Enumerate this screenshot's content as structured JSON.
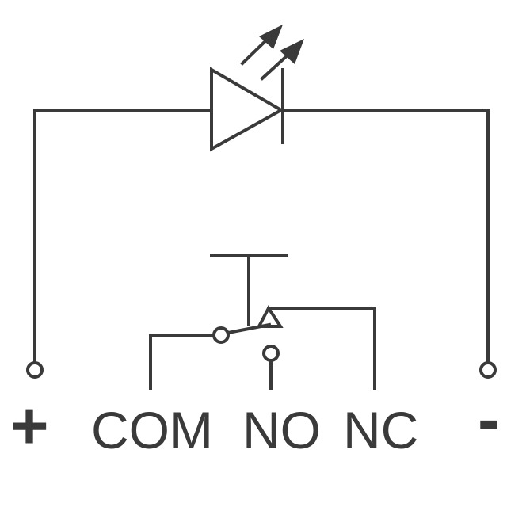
{
  "labels": {
    "plus": "+",
    "com": "COM",
    "no": "NO",
    "nc": "NC",
    "minus": "-"
  },
  "colors": {
    "stroke": "#3a3a3a",
    "background": "#ffffff"
  }
}
